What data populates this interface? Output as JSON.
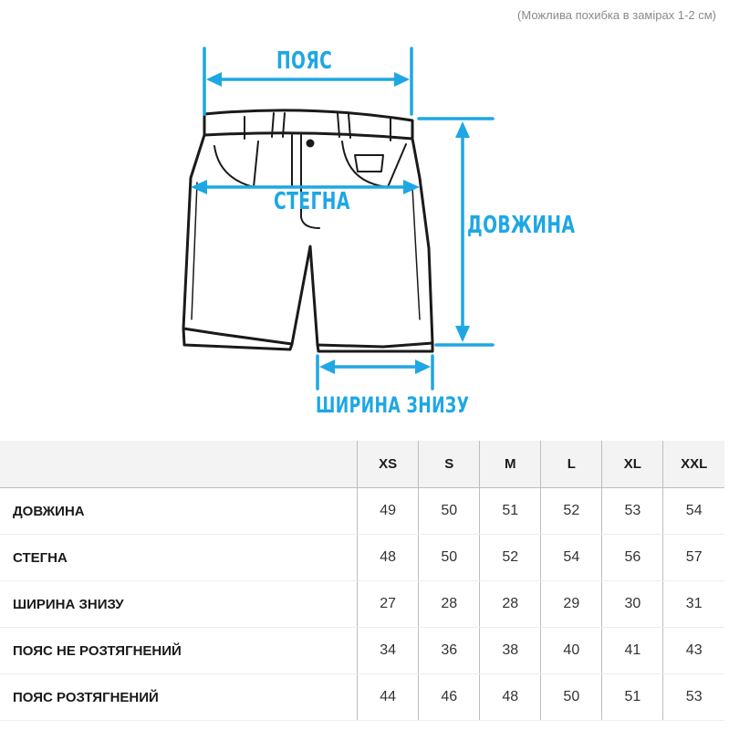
{
  "note": "(Можлива похибка в замірах 1-2 см)",
  "figure": {
    "labels": {
      "waist": "ПОЯС",
      "hips": "СТЕГНА",
      "length": "ДОВЖИНА",
      "bottom_width": "ШИРИНА ЗНИЗУ"
    },
    "colors": {
      "arrow": "#1ea7e3",
      "outline": "#1a1a1a"
    }
  },
  "table": {
    "sizes": [
      "XS",
      "S",
      "M",
      "L",
      "XL",
      "XXL"
    ],
    "rows": [
      {
        "label": "ДОВЖИНА",
        "values": [
          "49",
          "50",
          "51",
          "52",
          "53",
          "54"
        ]
      },
      {
        "label": "СТЕГНА",
        "values": [
          "48",
          "50",
          "52",
          "54",
          "56",
          "57"
        ]
      },
      {
        "label": "ШИРИНА ЗНИЗУ",
        "values": [
          "27",
          "28",
          "28",
          "29",
          "30",
          "31"
        ]
      },
      {
        "label": "ПОЯС НЕ РОЗТЯГНЕНИЙ",
        "values": [
          "34",
          "36",
          "38",
          "40",
          "41",
          "43"
        ]
      },
      {
        "label": "ПОЯС РОЗТЯГНЕНИЙ",
        "values": [
          "44",
          "46",
          "48",
          "50",
          "51",
          "53"
        ]
      }
    ]
  }
}
